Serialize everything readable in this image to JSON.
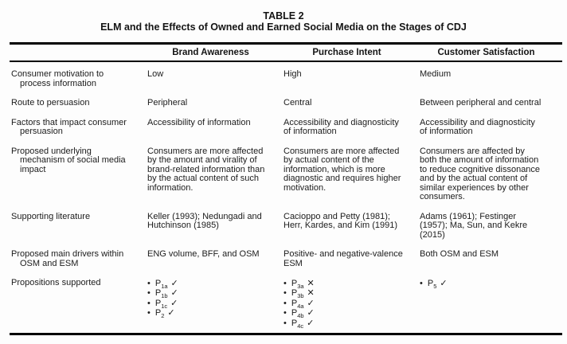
{
  "title": "TABLE 2",
  "subtitle": "ELM and the Effects of Owned and Earned Social Media on the Stages of CDJ",
  "columns": [
    "Brand Awareness",
    "Purchase Intent",
    "Customer Satisfaction"
  ],
  "prop_base": "P",
  "marks": {
    "check": "✓",
    "cross": "✕"
  },
  "bullet": "•",
  "rows": [
    {
      "label": "Consumer motivation to\nprocess information",
      "cells": [
        "Low",
        "High",
        "Medium"
      ]
    },
    {
      "label": "Route to persuasion",
      "cells": [
        "Peripheral",
        "Central",
        "Between peripheral and central"
      ]
    },
    {
      "label": "Factors that impact consumer\npersuasion",
      "cells": [
        "Accessibility of information",
        "Accessibility and diagnosticity\nof information",
        "Accessibility and diagnosticity\nof information"
      ]
    },
    {
      "label": "Proposed underlying\nmechanism of social media\nimpact",
      "cells": [
        "Consumers are more affected\nby the amount and virality of\nbrand-related information than\nby the actual content of such\ninformation.",
        "Consumers are more affected\nby actual content of the\ninformation, which is more\ndiagnostic and requires higher\nmotivation.",
        "Consumers are affected by\nboth the amount of information\nto reduce cognitive dissonance\nand by the actual content of\nsimilar experiences by other\nconsumers."
      ]
    },
    {
      "label": "Supporting literature",
      "cells": [
        "Keller (1993); Nedungadi and\nHutchinson (1985)",
        "Cacioppo and Petty (1981);\nHerr, Kardes, and Kim (1991)",
        "Adams (1961); Festinger\n(1957); Ma, Sun, and Kekre\n(2015)"
      ]
    },
    {
      "label": "Proposed main drivers within\nOSM and ESM",
      "cells": [
        "ENG volume, BFF, and OSM",
        "Positive- and negative-valence\nESM",
        "Both OSM and ESM"
      ]
    },
    {
      "label": "Propositions supported",
      "cells": [
        {
          "propositions": [
            {
              "sub": "1a",
              "mark": "✓"
            },
            {
              "sub": "1b",
              "mark": "✓"
            },
            {
              "sub": "1c",
              "mark": "✓"
            },
            {
              "sub": "2",
              "mark": "✓"
            }
          ]
        },
        {
          "propositions": [
            {
              "sub": "3a",
              "mark": "✕"
            },
            {
              "sub": "3b",
              "mark": "✕"
            },
            {
              "sub": "4a",
              "mark": "✓"
            },
            {
              "sub": "4b",
              "mark": "✓"
            },
            {
              "sub": "4c",
              "mark": "✓"
            }
          ]
        },
        {
          "propositions": [
            {
              "sub": "5",
              "mark": "✓"
            }
          ]
        }
      ]
    }
  ]
}
